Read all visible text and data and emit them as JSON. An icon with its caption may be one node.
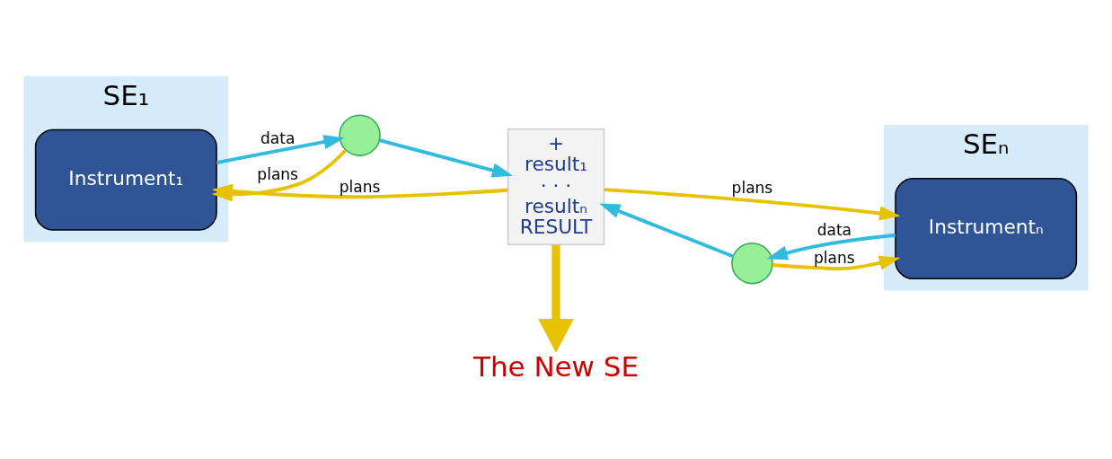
{
  "diagram": {
    "nodes": [
      {
        "text": [
          "SE₁"
        ]
      },
      {
        "text": [
          "Instrument₁"
        ],
        "in": 0
      },
      {
        "text": [],
        "shape": "circle"
      },
      {
        "text": [
          "+",
          "result₁",
          "· · ·",
          "resultₙ",
          "RESULT"
        ]
      },
      {
        "text": [
          "SEₙ"
        ]
      },
      {
        "text": [
          "Instrumentₙ"
        ],
        "in": 4
      },
      {
        "text": [],
        "shape": "circle"
      },
      {
        "text": [
          "The New SE"
        ]
      }
    ],
    "edges": [
      {
        "from": 1,
        "to": 2,
        "arrow": "to",
        "label": "data",
        "color": "#33bbdd"
      },
      {
        "from": 2,
        "to": 3,
        "arrow": "to",
        "color": "#33bbdd"
      },
      {
        "from": 5,
        "to": 6,
        "arrow": "to",
        "label": "data",
        "color": "#33bbdd"
      },
      {
        "from": 6,
        "to": 3,
        "arrow": "to",
        "color": "#33bbdd"
      },
      {
        "from": 2,
        "to": 1,
        "arrow": "to",
        "label": "plans"
      },
      {
        "from": 6,
        "to": 5,
        "arrow": "to",
        "label": "plans"
      },
      {
        "from": 3,
        "to": 1,
        "arrow": "to",
        "label": "plans"
      },
      {
        "from": 3,
        "to": 5,
        "arrow": "to",
        "label": "plans"
      },
      {
        "from": 3,
        "to": 7,
        "arrow": "to",
        "style": "thick"
      }
    ]
  }
}
